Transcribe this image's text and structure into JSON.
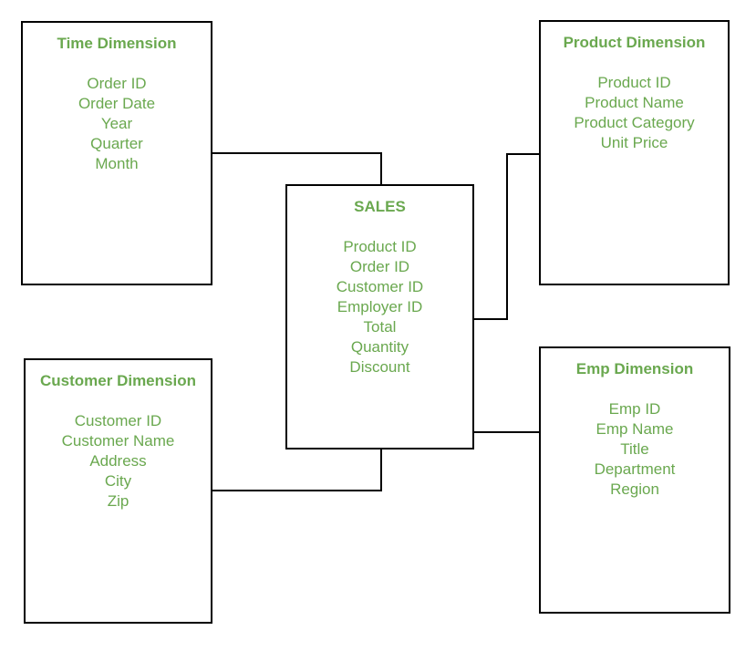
{
  "colors": {
    "text_green": "#6AA84F",
    "line_black": "#000000",
    "background": "#FFFFFF"
  },
  "tables": {
    "sales": {
      "title": "SALES",
      "fields": [
        "Product ID",
        "Order ID",
        "Customer ID",
        "Employer ID",
        "Total",
        "Quantity",
        "Discount"
      ]
    },
    "time": {
      "title": "Time Dimension",
      "fields": [
        "Order ID",
        "Order Date",
        "Year",
        "Quarter",
        "Month"
      ]
    },
    "product": {
      "title": "Product Dimension",
      "fields": [
        "Product ID",
        "Product Name",
        "Product Category",
        "Unit Price"
      ]
    },
    "customer": {
      "title": "Customer Dimension",
      "fields": [
        "Customer ID",
        "Customer Name",
        "Address",
        "City",
        "Zip"
      ]
    },
    "emp": {
      "title": "Emp Dimension",
      "fields": [
        "Emp ID",
        "Emp Name",
        "Title",
        "Department",
        "Region"
      ]
    }
  },
  "connections": [
    "time-dimension to sales",
    "sales to product-dimension",
    "sales to emp-dimension",
    "sales to customer-dimension"
  ]
}
